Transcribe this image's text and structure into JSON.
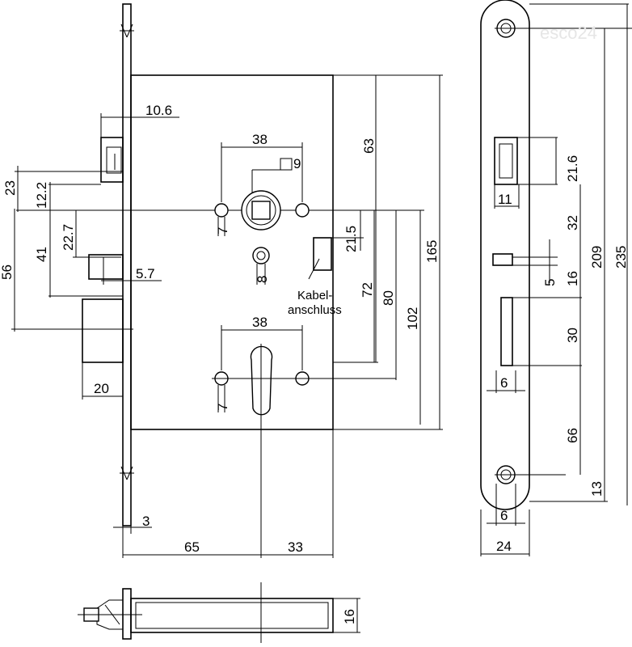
{
  "watermark": "esco24",
  "annotation": {
    "line1": "Kabel-",
    "line2": "anschluss"
  },
  "dimensions": {
    "d10_6": "10.6",
    "d38_top": "38",
    "d9": "9",
    "d63": "63",
    "d23": "23",
    "d12_2": "12.2",
    "d22_7": "22.7",
    "d21_5": "21.5",
    "d7_top": "7",
    "d56": "56",
    "d41": "41",
    "d5_7": "5.7",
    "d8": "8",
    "d165": "165",
    "d72": "72",
    "d80": "80",
    "d102": "102",
    "d38_bottom": "38",
    "d7_bottom": "7",
    "d20": "20",
    "d3": "3",
    "d65": "65",
    "d33": "33",
    "d21_6": "21.6",
    "d11": "11",
    "d32": "32",
    "d209": "209",
    "d235": "235",
    "d5": "5",
    "d16_side": "16",
    "d30": "30",
    "d6_mid": "6",
    "d66": "66",
    "d13": "13",
    "d6_bottom": "6",
    "d24": "24",
    "d16_bottom": "16"
  }
}
